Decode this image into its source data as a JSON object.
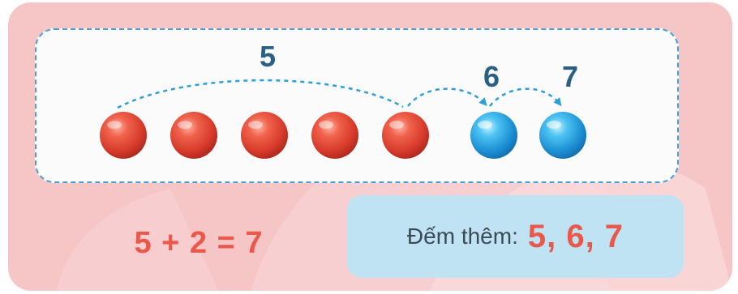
{
  "top_panel": {
    "jump_label": "5",
    "step_labels": [
      "6",
      "7"
    ],
    "red_ball_count": 5,
    "blue_ball_count": 2
  },
  "equation": {
    "text": "5 + 2 = 7"
  },
  "count_box": {
    "label": "Đếm thêm:",
    "values": "5, 6, 7"
  },
  "colors": {
    "card_background": "#f6c6c7",
    "panel_border": "#4a9fd2",
    "red_ball": "#e34b3a",
    "blue_ball": "#2fa3df",
    "label_blue": "#2a5f86",
    "accent_red": "#e9584a",
    "count_box": "#bfe3f3"
  }
}
